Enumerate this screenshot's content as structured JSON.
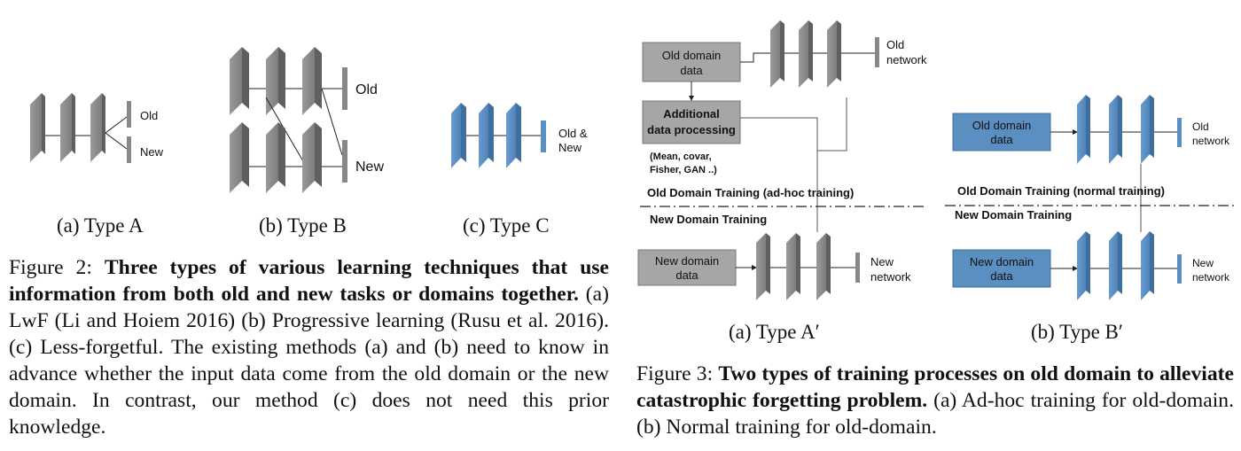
{
  "fig2": {
    "panel_a": {
      "label_old": "Old",
      "label_new": "New",
      "caption": "(a) Type A"
    },
    "panel_b": {
      "label_old": "Old",
      "label_new": "New",
      "caption": "(b) Type B"
    },
    "panel_c": {
      "label_old": "Old &",
      "label_new": "New",
      "caption": "(c) Type C"
    },
    "caption": {
      "prefix": "Figure 2: ",
      "bold": "Three types of various learning techniques that use information from both old and new tasks or domains together.",
      "rest": " (a) LwF (Li and Hoiem 2016) (b) Progressive learning (Rusu et al. 2016). (c) Less-forgetful. The existing methods (a) and (b) need to know in advance whether the input data come from the old domain or the new domain. In contrast, our method (c) does not need this prior knowledge."
    }
  },
  "fig3": {
    "a": {
      "old_box_l1": "Old domain",
      "old_box_l2": "data",
      "proc_box_l1": "Additional",
      "proc_box_l2": "data processing",
      "proc_note_l1": "(Mean, covar,",
      "proc_note_l2": "Fisher, GAN ..)",
      "old_net_l1": "Old",
      "old_net_l2": "network",
      "old_training": "Old Domain Training  (ad-hoc training)",
      "new_training": "New Domain Training",
      "new_box_l1": "New domain",
      "new_box_l2": "data",
      "new_net_l1": "New",
      "new_net_l2": "network",
      "caption": "(a) Type A′"
    },
    "b": {
      "old_box_l1": "Old domain",
      "old_box_l2": "data",
      "old_net_l1": "Old",
      "old_net_l2": "network",
      "old_training": "Old Domain Training   (normal training)",
      "new_training": "New Domain Training",
      "new_box_l1": "New domain",
      "new_box_l2": "data",
      "new_net_l1": "New",
      "new_net_l2": "network",
      "caption": "(b) Type B′"
    },
    "caption": {
      "prefix": "Figure 3: ",
      "bold": "Two types of training processes on old domain to alleviate catastrophic forgetting problem.",
      "rest": " (a) Ad-hoc training for old-domain. (b) Normal training for old-domain."
    }
  },
  "colors": {
    "gray_face": "#8a8a8a",
    "gray_side": "#5f5f5f",
    "blue_face": "#5b8fc2",
    "blue_side": "#3f6f9f",
    "box_gray": "#a6a6a6",
    "box_blue": "#5b8fc2"
  }
}
